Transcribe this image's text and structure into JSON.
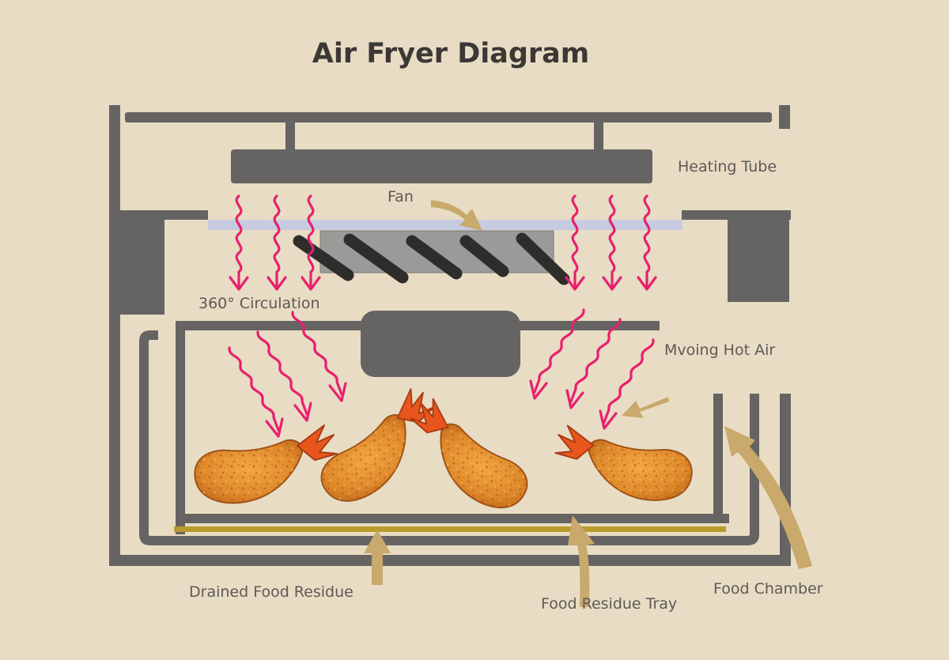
{
  "title": "Air Fryer Diagram",
  "labels": {
    "heating_tube": "Heating Tube",
    "fan": "Fan",
    "circulation": "360° Circulation",
    "moving_hot_air": "Mvoing Hot Air",
    "drained_food_residue": "Drained Food Residue",
    "food_residue_tray": "Food Residue Tray",
    "food_chamber": "Food Chamber"
  },
  "colors": {
    "background": "#e8dcc4",
    "structure": "#666462",
    "heat_arrows": "#e8206e",
    "pointer_arrows": "#c9a96c",
    "fan_blades": "#2f2d2c",
    "fan_housing": "#9b9a98",
    "fan_rail": "#c7cbe2",
    "residue_line": "#b99a2c",
    "shrimp_breading": "#e08a2c",
    "shrimp_tail": "#e8561e"
  },
  "icons": [
    "shrimp-icon",
    "fan-blade-icon",
    "heat-wave-arrow-icon",
    "pointer-arrow-icon"
  ]
}
